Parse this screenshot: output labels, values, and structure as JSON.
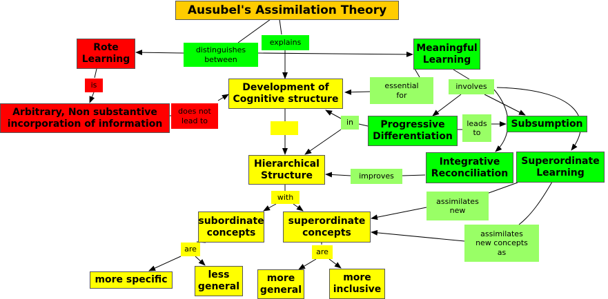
{
  "title": "Ausubel's Assimilation Theory",
  "concepts": {
    "rote": "Rote\nLearning",
    "meaningful": "Meaningful\nLearning",
    "development": "Development of\nCognitive structure",
    "arbitrary": "Arbitrary, Non substantive\nincorporation of information",
    "progressive": "Progressive\nDifferentiation",
    "subsumption": "Subsumption",
    "integrative": "Integrative\nReconciliation",
    "superordinate_learning": "Superordinate\nLearning",
    "hierarchical": "Hierarchical\nStructure",
    "subordinate": "subordinate\nconcepts",
    "superordinate": "superordinate\nconcepts",
    "more_specific": "more specific",
    "less_general": "less\ngeneral",
    "more_general": "more\ngeneral",
    "more_inclusive": "more\ninclusive"
  },
  "linking": {
    "distinguishes": "distinguishes\nbetween",
    "explains": "explains",
    "is": "is",
    "does_not": "does not\nlead to",
    "essential": "essential\nfor",
    "involves": "involves",
    "in": "in",
    "leads_to": "leads\nto",
    "improves": "improves",
    "with": "with",
    "assimilates_new": "assimilates\nnew",
    "assimilates_new_concepts": "assimilates\nnew concepts\nas",
    "are_1": "are",
    "are_2": "are"
  },
  "colors": {
    "title": "#ffcc00",
    "concept_yellow": "#ffff00",
    "concept_green": "#00ff00",
    "concept_red": "#ff0000",
    "link_green": "#99ff66",
    "link_yellow": "#ffff66",
    "link_red": "#ff0000"
  }
}
